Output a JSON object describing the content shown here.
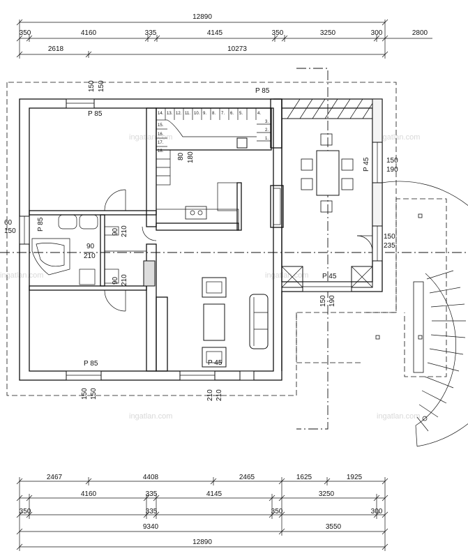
{
  "dimensions": {
    "top_total": "12890",
    "top_row1": [
      "350",
      "4160",
      "335",
      "4145",
      "350",
      "3250",
      "300",
      "2800"
    ],
    "top_row2": [
      "2618",
      "10273"
    ],
    "bottom_row1": [
      "2467",
      "4408",
      "2465",
      "1625",
      "1925"
    ],
    "bottom_row2": [
      "4160",
      "335",
      "4145",
      "3250"
    ],
    "bottom_row3": [
      "350",
      "335",
      "350",
      "300"
    ],
    "bottom_row4": [
      "9340",
      "3550"
    ],
    "bottom_total": "12890"
  },
  "labels": {
    "p85_top": "P 85",
    "p85_bath": "P 85",
    "p85_bottom": "P 85",
    "p85_stair": "P 85",
    "p45_right": "P 45",
    "p45_mid": "P 45",
    "p45_bottom": "P 45",
    "w150_a": "150",
    "w150_b": "150",
    "bath_90": "90",
    "bath_210": "210",
    "w60": "60",
    "w150_left": "150",
    "door90_a": "90",
    "door210_a": "210",
    "door90_b": "90",
    "door210_b": "210",
    "stair80": "80",
    "stair180": "180",
    "win150_r": "150",
    "win190_r": "190",
    "win150_r2": "150",
    "win235_r": "235",
    "win150_m": "150",
    "win190_m": "190",
    "bot150_a": "150",
    "bot150_b": "150",
    "bot210_a": "210",
    "bot210_b": "210"
  },
  "stairs": {
    "steps_top": [
      "14.",
      "13.",
      "12.",
      "11.",
      "10.",
      "9.",
      "8.",
      "7.",
      "6.",
      "5.",
      "4."
    ],
    "steps_left": [
      "15.",
      "16.",
      "17.",
      "18."
    ],
    "steps_right": [
      "3.",
      "2.",
      "1."
    ]
  },
  "watermark": "ingatlan.com"
}
